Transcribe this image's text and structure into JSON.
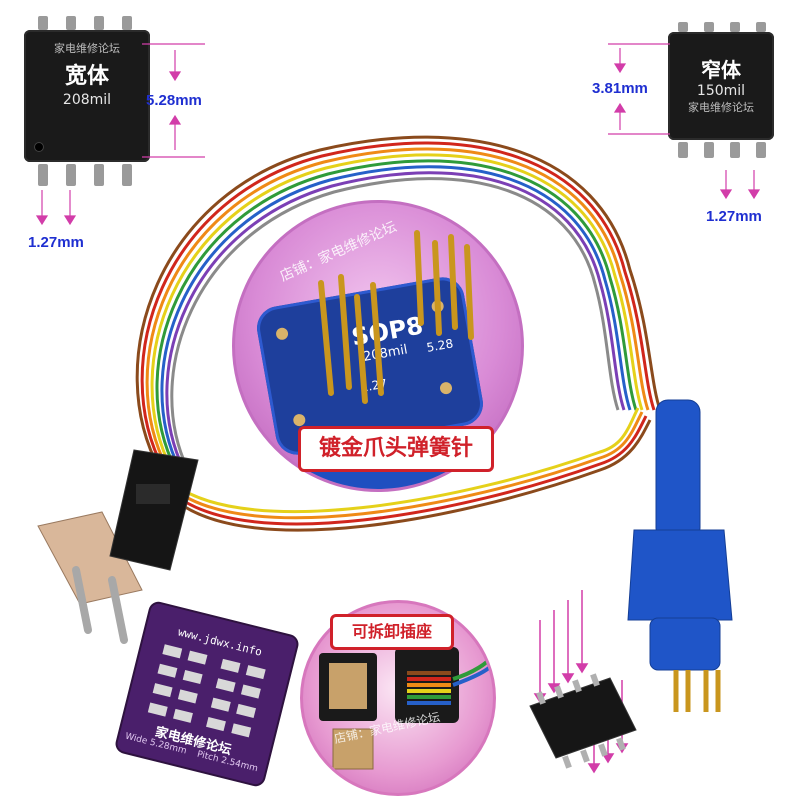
{
  "left_chip": {
    "watermark": "家电维修论坛",
    "title": "宽体",
    "subtitle": "208mil",
    "height_dim": "5.28mm",
    "pitch_dim": "1.27mm"
  },
  "right_chip": {
    "title": "窄体",
    "subtitle": "150mil",
    "watermark": "家电维修论坛",
    "height_dim": "3.81mm",
    "pitch_dim": "1.27mm"
  },
  "center_circle": {
    "shop_watermark": "店铺：家电维修论坛",
    "socket_label": "SOP8",
    "socket_208": "208mil",
    "socket_528": "5.28",
    "socket_127": "1.27",
    "banner": "镀金爪头弹簧针"
  },
  "bottom_circle": {
    "banner": "可拆卸插座",
    "watermark": "店铺：家电维修论坛"
  },
  "adapter_board": {
    "site": "www.jdwx.info",
    "name": "家电维修论坛",
    "note_left": "Wide 5.28mm",
    "note_right": "Pitch 2.54mm"
  },
  "colors": {
    "dimension_text": "#1f2fd1",
    "arrow": "#d23da9",
    "banner": "#d0212a",
    "probe_blue": "#1f55c8"
  }
}
